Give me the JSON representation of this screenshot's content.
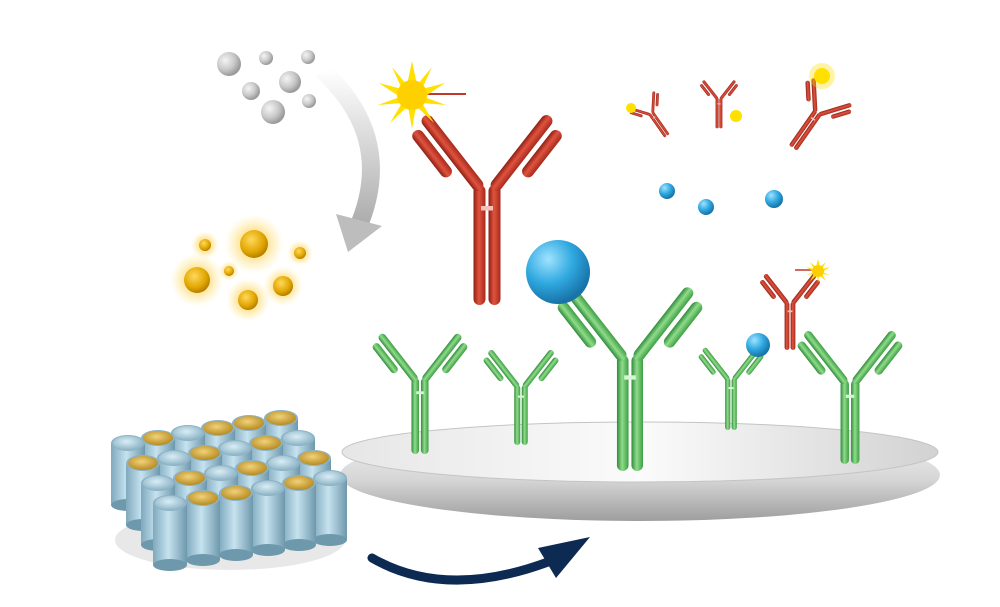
{
  "colors": {
    "background": "#ffffff",
    "gray_particle": "#c9c9c9",
    "gold_particle": "#e0a400",
    "gold_glow": "#ffd24d",
    "sun_label": "#ffe000",
    "red_antibody": "#c0392b",
    "green_antibody": "#4caf50",
    "antigen_blue": "#2fa8e0",
    "surface_gray": "#d8d8d8",
    "cylinder_blue": "#9cc3d5",
    "cylinder_top_gold": "#d9b24a",
    "arrow_gray": "#b5b5b5",
    "arrow_navy": "#0d2b52"
  },
  "icons": [
    "gray-nanoparticles",
    "gold-nanoparticles",
    "gray-curved-arrow",
    "labeled-detection-antibody",
    "antigen-sphere",
    "capture-antibody",
    "sensor-surface-disc",
    "nanotube-array",
    "navy-curved-arrow",
    "free-labeled-antibodies",
    "free-antigens"
  ]
}
